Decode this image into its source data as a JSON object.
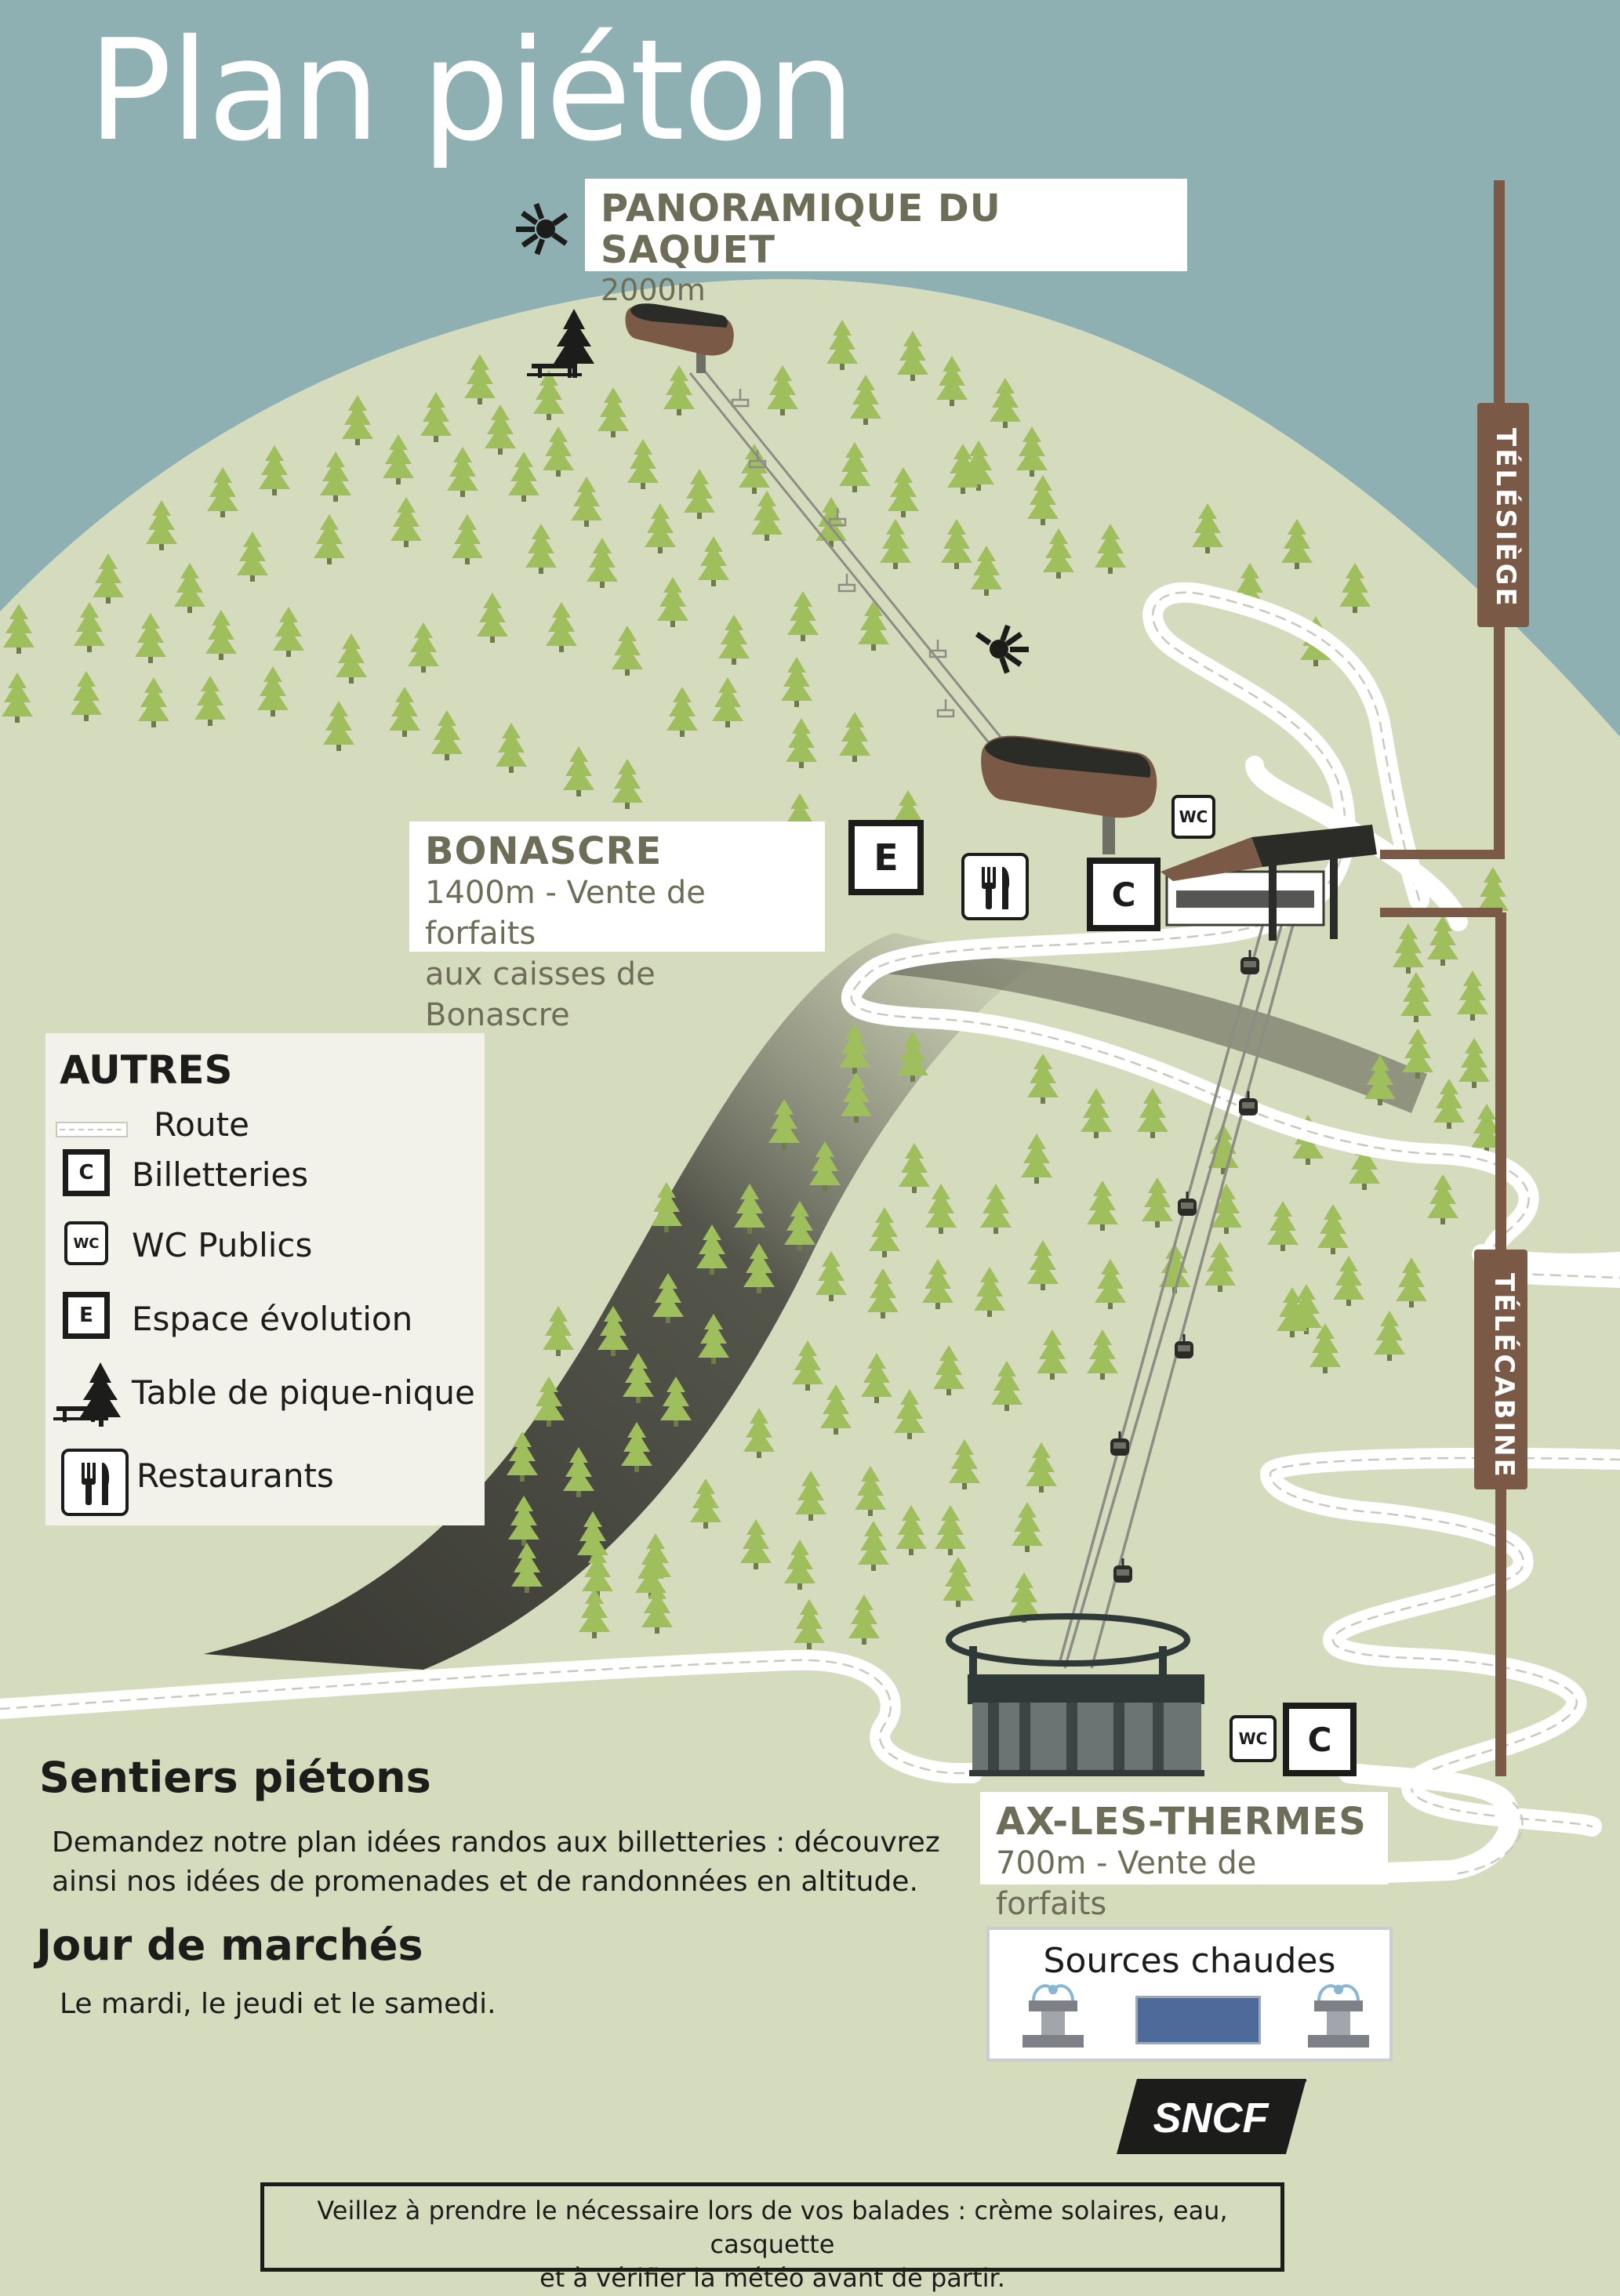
{
  "title": "Plan piéton",
  "stations": {
    "saquet": {
      "name": "PANORAMIQUE DU SAQUET",
      "altitude": "2000m"
    },
    "bonascre": {
      "name": "BONASCRE",
      "line1": "1400m - Vente de forfaits",
      "line2": "aux caisses de Bonascre"
    },
    "ax": {
      "name": "AX-LES-THERMES",
      "line1": "700m - Vente de forfaits"
    }
  },
  "lifts": {
    "telesiege": "TÉLÉSIÈGE",
    "telecabine": "TÉLÉCABINE"
  },
  "icons": {
    "ticket": "C",
    "evolution": "E",
    "wc": "WC"
  },
  "legend": {
    "title": "AUTRES",
    "items": [
      {
        "icon": "road-icon",
        "label": "Route"
      },
      {
        "icon": "ticket-icon",
        "label": "Billetteries"
      },
      {
        "icon": "wc-icon",
        "label": "WC Publics"
      },
      {
        "icon": "evolution-icon",
        "label": "Espace évolution"
      },
      {
        "icon": "picnic-icon",
        "label": "Table de pique-nique"
      },
      {
        "icon": "restaurant-icon",
        "label": "Restaurants"
      }
    ]
  },
  "sentiers": {
    "title": "Sentiers piétons",
    "line1": "Demandez notre plan idées randos aux billetteries : découvrez",
    "line2": "ainsi nos idées de promenades et de randonnées en altitude."
  },
  "marches": {
    "title": "Jour de marchés",
    "text": "Le mardi, le jeudi et le samedi."
  },
  "springs": {
    "title": "Sources chaudes"
  },
  "sncf": "SNCF",
  "notice": {
    "line1": "Veillez à prendre le nécessaire lors de vos balades : crème solaires, eau, casquette",
    "line2": "et à vérifier la météo avant de partir."
  },
  "colors": {
    "sky": "#8fb0b2",
    "grass": "#d5dcbe",
    "tree": "#9fbe5c",
    "lift": "#7a5a47",
    "ink": "#1c1c1a"
  }
}
